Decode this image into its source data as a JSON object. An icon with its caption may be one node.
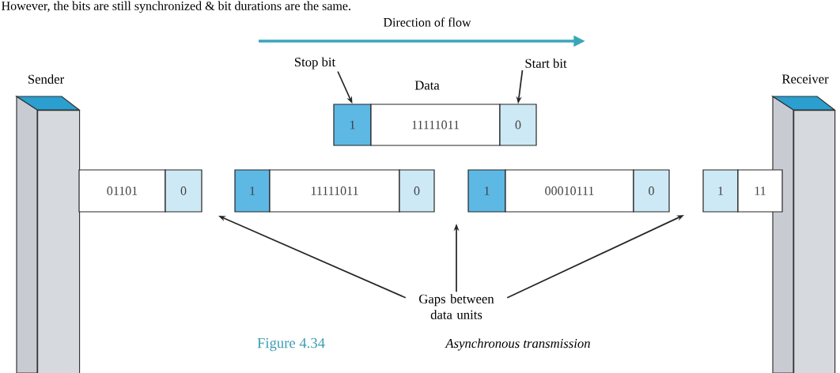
{
  "diagram": {
    "nodes": [
      {
        "text": [
          "Sender"
        ]
      },
      {
        "text": [
          "Receiver"
        ]
      },
      {
        "text": [
          "1"
        ]
      },
      {
        "text": [
          "11111011"
        ],
        "beside": [
          "Data"
        ]
      },
      {
        "text": [
          "0"
        ]
      },
      {
        "text": [
          "Stop bit"
        ]
      },
      {
        "text": [
          "Start bit"
        ]
      },
      {
        "text": [
          "01101"
        ]
      },
      {
        "text": [
          "0"
        ]
      },
      {
        "text": [
          "1"
        ]
      },
      {
        "text": [
          "11111011"
        ]
      },
      {
        "text": [
          "0"
        ]
      },
      {
        "text": [
          "1"
        ]
      },
      {
        "text": [
          "00010111"
        ]
      },
      {
        "text": [
          "0"
        ]
      },
      {
        "text": [
          "1"
        ]
      },
      {
        "text": [
          "11"
        ]
      },
      {
        "text": [
          "Gaps between data units"
        ]
      }
    ],
    "edges": [
      {
        "from": 5,
        "to": 2,
        "arrow": "to"
      },
      {
        "from": 6,
        "to": 4,
        "arrow": "to"
      },
      {
        "from": 17,
        "to": null,
        "arrow": "to"
      },
      {
        "from": 17,
        "to": null,
        "arrow": "to"
      },
      {
        "from": 17,
        "to": null,
        "arrow": "to"
      }
    ],
    "labels": [
      "However, the bits are still synchronized & bit durations are the same.",
      "Direction of flow",
      "Figure 4.34",
      "Asynchronous transmission"
    ]
  }
}
